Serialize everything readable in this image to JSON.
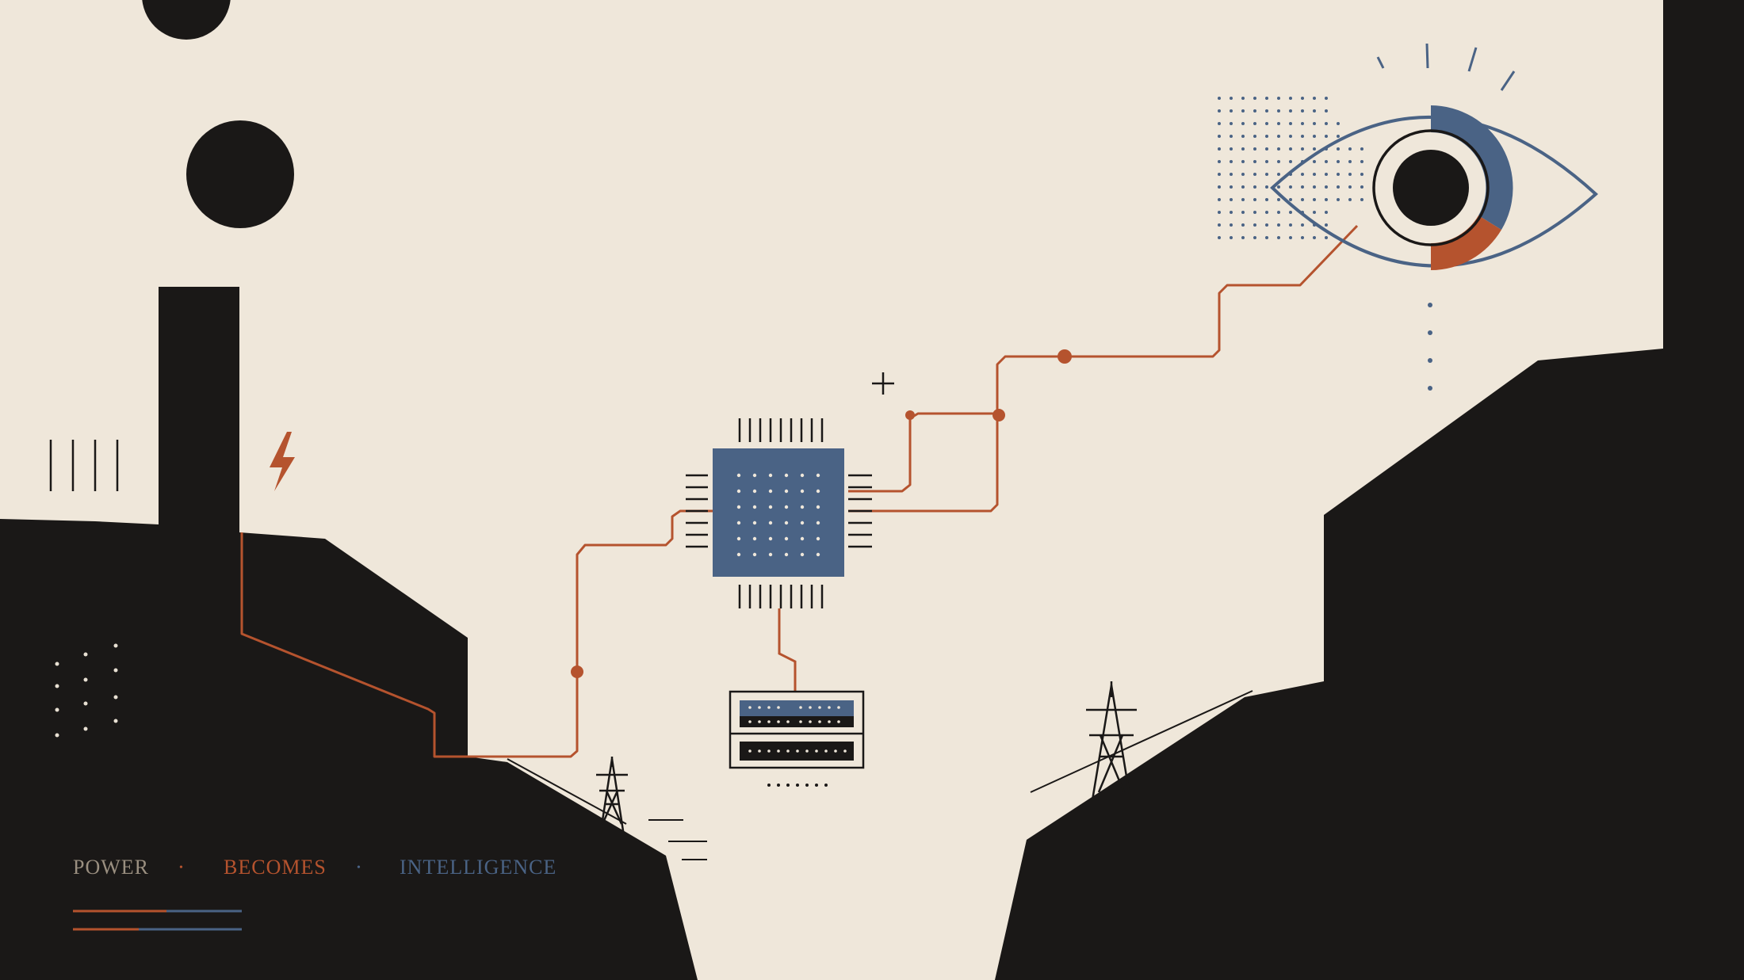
{
  "colors": {
    "background": "#efe7da",
    "ink": "#1a1817",
    "rust": "#b5532e",
    "blue": "#4a6385"
  },
  "tagline": {
    "words": [
      "POWER",
      "BECOMES",
      "INTELLIGENCE"
    ],
    "separator": "•"
  },
  "icons": [
    "smokestack-icon",
    "sun-icon",
    "lightning-bolt-icon",
    "microchip-icon",
    "server-rack-icon",
    "power-pylon-icon",
    "eye-icon",
    "plus-icon"
  ]
}
